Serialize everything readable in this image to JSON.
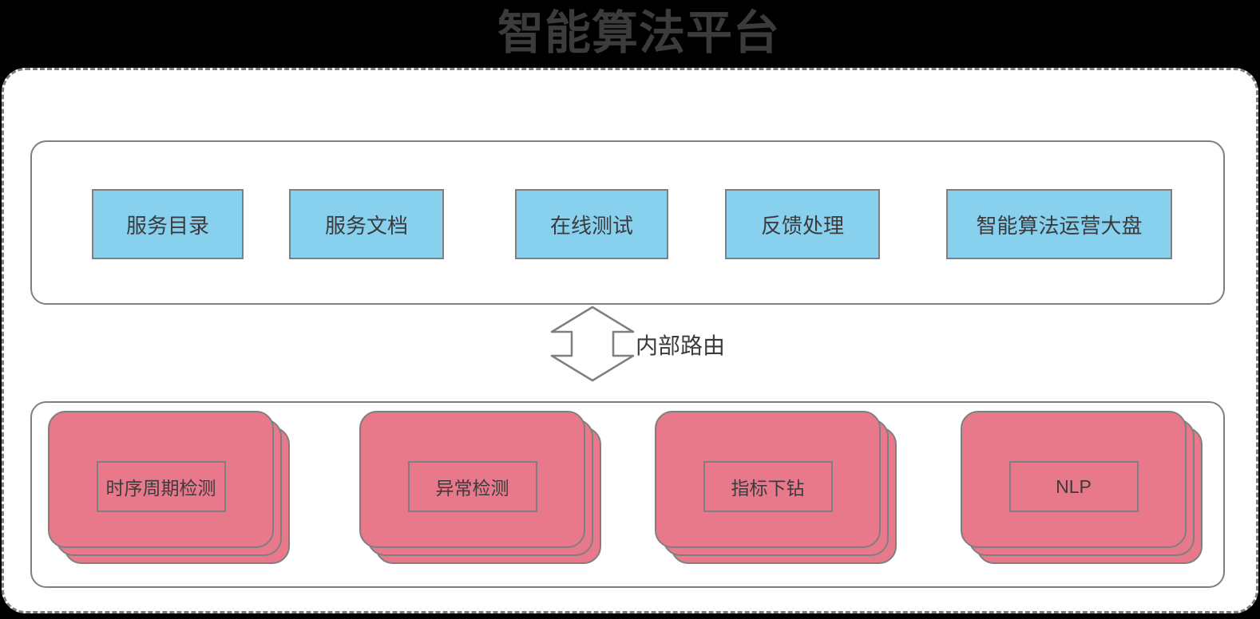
{
  "title": "智能算法平台",
  "colors": {
    "blue": "#87D1EF",
    "pink": "#E8798A",
    "border_gray": "#7F7F7F",
    "text_dark": "#3B3B3D",
    "panel_bg": "#FFFFFF"
  },
  "top_section": {
    "boxes": [
      {
        "label": "服务目录"
      },
      {
        "label": "服务文档"
      },
      {
        "label": "在线测试"
      },
      {
        "label": "反馈处理"
      },
      {
        "label": "智能算法运营大盘"
      }
    ]
  },
  "arrow": {
    "label": "内部路由"
  },
  "bottom_section": {
    "stacks": [
      {
        "label": "时序周期检测"
      },
      {
        "label": "异常检测"
      },
      {
        "label": "指标下钻"
      },
      {
        "label": "NLP"
      }
    ]
  }
}
